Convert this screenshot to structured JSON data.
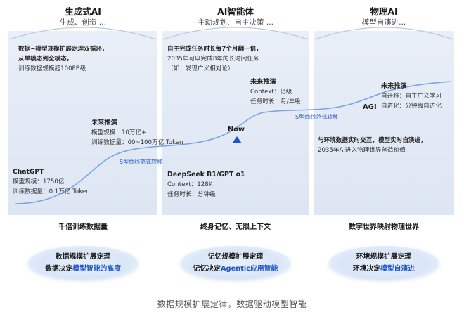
{
  "columns": [
    {
      "title": "生成式AI",
      "subtitle": "生成、创造 ..."
    },
    {
      "title": "AI智能体",
      "subtitle": "主动规划、自主决策 ..."
    },
    {
      "title": "物理AI",
      "subtitle": "模型自演进..."
    }
  ],
  "panel1": {
    "top_l1": "数据−模型规模扩展定理双循环，",
    "top_l2": "从单模态到全模态，",
    "top_l3": "训练数据规模超100PB级",
    "future_head": "未来推演",
    "future_l1": "模型规模：10万亿+",
    "future_l2": "训练数据量：60~100万亿 Token",
    "chatgpt_head": "ChatGPT",
    "chatgpt_l1": "模型规模：1750亿",
    "chatgpt_l2": "训练数据量：0.1万亿 Token"
  },
  "panel2": {
    "top_l1": "自主完成任务时长每7个月翻一倍，",
    "top_l2": "2035年可以完成8年的长时间任务",
    "top_l3": "（如：发现广义相对论）",
    "future_head": "未来推演",
    "future_l1": "Context：亿级",
    "future_l2": "任务时长：月/年级",
    "now_label": "Now",
    "deepseek_head": "DeepSeek R1/GPT o1",
    "deepseek_l1": "Context：128K",
    "deepseek_l2": "任务时长：分钟级"
  },
  "panel3": {
    "future_head": "未来推演",
    "future_l1": "自迁移：自主广义学习",
    "future_l2": "自进化：分钟级自进化",
    "agi_label": "AGI",
    "mid_l1": "与环境数据实时交互，模型实时自演进，",
    "mid_l2": "2035年AI进入物理世界创造价值"
  },
  "transition_label": "S型曲线范式转移",
  "bottom_labels": [
    "千倍训练数据量",
    "终身记忆、无限上下文",
    "数字世界映射物理世界"
  ],
  "pills": [
    {
      "line1": "数据规模扩展定理",
      "line2_prefix": "数据决定",
      "line2_highlight": "模型智能的高度"
    },
    {
      "line1": "记忆规模扩展定理",
      "line2_prefix": "记忆决定",
      "line2_highlight": "Agentic应用智能"
    },
    {
      "line1": "环境规模扩展定理",
      "line2_prefix": "环境决定",
      "line2_highlight": "模型自演进"
    }
  ],
  "caption": "数据规模扩展定律，数据驱动模型智能",
  "colors": {
    "curve": "#7aa6df",
    "accent": "#1f55c4",
    "panel": "#e3eaf5"
  }
}
